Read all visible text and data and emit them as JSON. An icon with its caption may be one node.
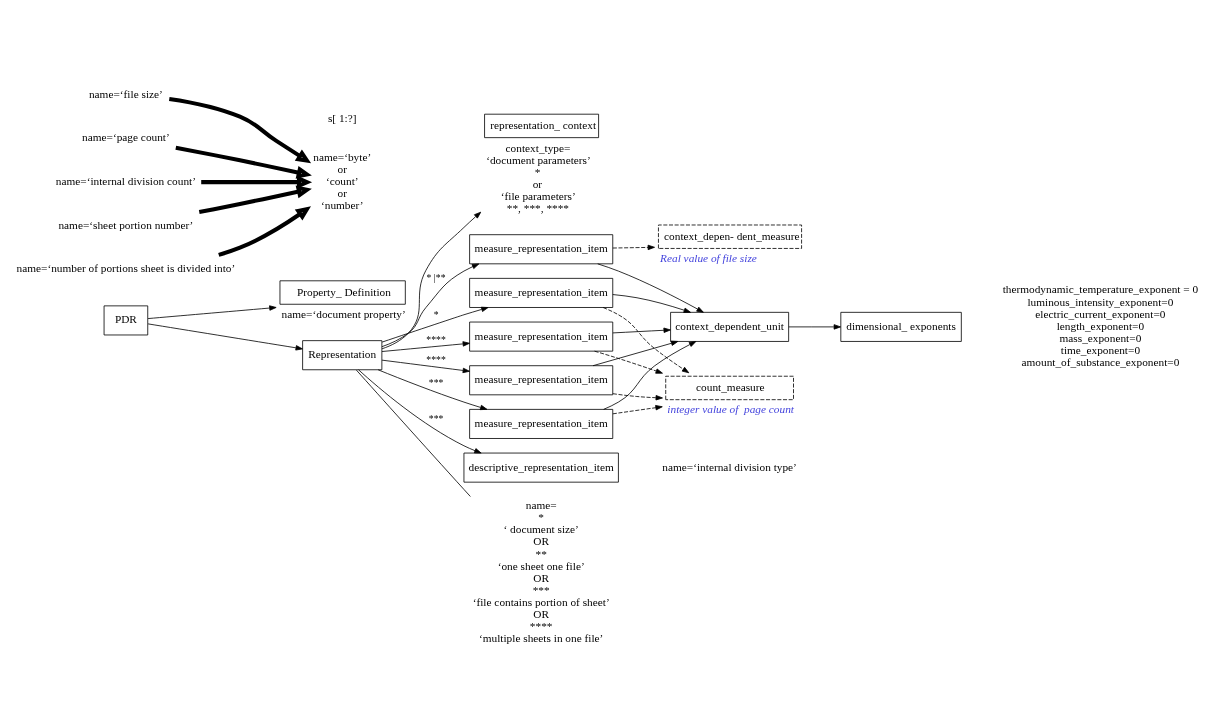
{
  "diagram": {
    "nodes": [
      {
        "text": [
          "Property_ Definition"
        ],
        "beside": [
          "name=‘document property’"
        ]
      },
      {
        "text": [
          "PDR"
        ]
      },
      {
        "text": [
          "Representation"
        ]
      },
      {
        "text": [
          "representation_ context"
        ],
        "beside": [
          "context_type=",
          "‘document parameters’",
          "*",
          "or",
          "‘file parameters’",
          "**, ***, ****"
        ]
      },
      {
        "text": [
          "dimensional_ exponents"
        ],
        "beside": [
          "thermodynamic_temperature_exponent = 0",
          "luminous_intensity_exponent=0",
          "electric_current_exponent=0",
          "length_exponent=0",
          "mass_exponent=0",
          "time_exponent=0",
          "amount_of_substance_exponent=0"
        ]
      },
      {
        "text": [
          "context_dependent_unit"
        ]
      },
      {
        "text": [
          "measure_representation_item"
        ]
      },
      {
        "text": [
          "measure_representation_item"
        ]
      },
      {
        "text": [
          "measure_representation_item"
        ]
      },
      {
        "text": [
          "descriptive_representation_item"
        ],
        "beside": [
          "name=‘internal division type’"
        ]
      },
      {
        "text": [
          "measure_representation_item"
        ]
      },
      {
        "text": [
          "measure_representation_item"
        ]
      },
      {
        "text": [
          "context_depen- dent_measure"
        ],
        "beside": [
          "Real value of file size"
        ]
      },
      {
        "text": [
          "count_measure"
        ],
        "beside": [
          "integer value of  page count"
        ]
      },
      {
        "text": [
          "name=‘byte’",
          "or",
          "‘count’",
          "or",
          "‘number’"
        ]
      },
      {
        "text": [
          "name=‘file size’"
        ]
      },
      {
        "text": [
          "name=‘page count’"
        ]
      },
      {
        "text": [
          "name=‘internal division count’"
        ]
      },
      {
        "text": [
          "name=‘sheet portion number’"
        ]
      },
      {
        "text": [
          "name=‘number of portions sheet is divided into’"
        ]
      },
      {
        "text": [
          "name=",
          "*",
          "‘ document size’",
          "OR",
          "**",
          "‘one sheet one file’",
          "OR",
          "***",
          "‘file contains portion of sheet’",
          "OR",
          "****",
          "‘multiple sheets in one file’"
        ]
      }
    ],
    "edges": [
      {
        "from": 1,
        "to": 0,
        "arrow": "to"
      },
      {
        "from": 1,
        "to": 2,
        "arrow": "to"
      },
      {
        "from": 2,
        "to": 3,
        "arrow": "to"
      },
      {
        "from": 2,
        "to": 20,
        "arrow": "none"
      },
      {
        "from": 5,
        "to": 4,
        "arrow": "to"
      },
      {
        "from": 2,
        "to": 6,
        "arrow": "to",
        "label": "* |**"
      },
      {
        "from": 2,
        "to": 7,
        "arrow": "to",
        "label": "*"
      },
      {
        "from": 2,
        "to": 8,
        "arrow": "to",
        "label": "***"
      },
      {
        "from": 2,
        "to": 9,
        "arrow": "to",
        "label": "***"
      },
      {
        "from": 2,
        "to": 10,
        "arrow": "to",
        "label": "****"
      },
      {
        "from": 2,
        "to": 11,
        "arrow": "to",
        "label": "****"
      },
      {
        "from": 6,
        "to": 5,
        "arrow": "to"
      },
      {
        "from": 7,
        "to": 5,
        "arrow": "to"
      },
      {
        "from": 8,
        "to": 5,
        "arrow": "to"
      },
      {
        "from": 10,
        "to": 5,
        "arrow": "to"
      },
      {
        "from": 11,
        "to": 5,
        "arrow": "to"
      },
      {
        "from": 6,
        "to": 12,
        "arrow": "to",
        "style": "dashed"
      },
      {
        "from": 7,
        "to": 13,
        "arrow": "to",
        "style": "dashed"
      },
      {
        "from": 8,
        "to": 13,
        "arrow": "to",
        "style": "dashed"
      },
      {
        "from": 10,
        "to": 13,
        "arrow": "to",
        "style": "dashed"
      },
      {
        "from": 11,
        "to": 13,
        "arrow": "to",
        "style": "dashed"
      },
      {
        "from": 15,
        "to": 14,
        "arrow": "to",
        "style": "thick"
      },
      {
        "from": 16,
        "to": 14,
        "arrow": "to",
        "style": "thick"
      },
      {
        "from": 17,
        "to": 14,
        "arrow": "to",
        "style": "thick"
      },
      {
        "from": 18,
        "to": 14,
        "arrow": "to",
        "style": "thick"
      },
      {
        "from": 19,
        "to": 14,
        "arrow": "to",
        "style": "thick"
      }
    ],
    "labels": [
      "s[ 1:?]"
    ]
  }
}
